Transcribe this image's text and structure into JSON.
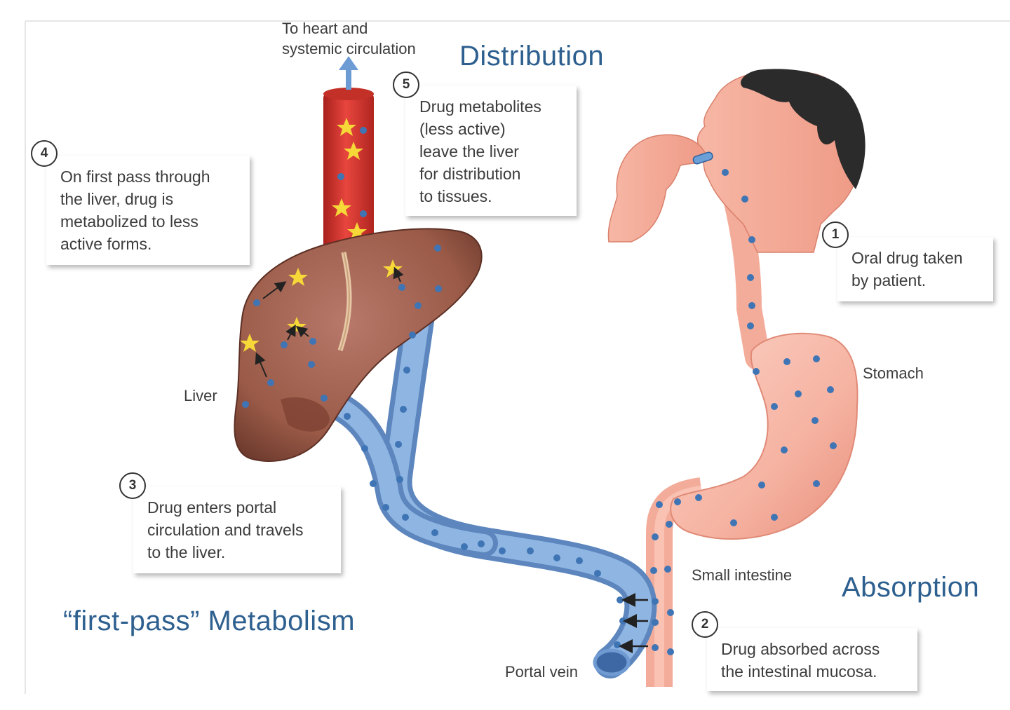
{
  "headings": {
    "distribution": "Distribution",
    "absorption": "Absorption",
    "metabolism": "“first-pass” Metabolism"
  },
  "labels": {
    "to_heart": [
      "To heart and",
      "systemic circulation"
    ],
    "liver": "Liver",
    "stomach": "Stomach",
    "small_intestine": "Small intestine",
    "portal_vein": "Portal vein"
  },
  "steps": [
    {
      "number": "1",
      "lines": [
        "Oral drug taken",
        "by patient."
      ]
    },
    {
      "number": "2",
      "lines": [
        "Drug absorbed across",
        "the intestinal mucosa."
      ]
    },
    {
      "number": "3",
      "lines": [
        "Drug enters portal",
        "circulation and travels",
        "to the liver."
      ]
    },
    {
      "number": "4",
      "lines": [
        "On first pass through",
        "the liver, drug is",
        "metabolized to less",
        "active forms."
      ]
    },
    {
      "number": "5",
      "lines": [
        "Drug metabolites",
        "(less active)",
        "leave the liver",
        "for distribution",
        "to tissues."
      ]
    }
  ],
  "colors": {
    "heading": "#2d5f8f",
    "vein": "#7fa8d9",
    "artery": "#d6302a",
    "liver": "#9a5a47",
    "skin": "#f2a08e",
    "drug_dot": "#3f75b5",
    "metabolite_star": "#f6d838"
  }
}
